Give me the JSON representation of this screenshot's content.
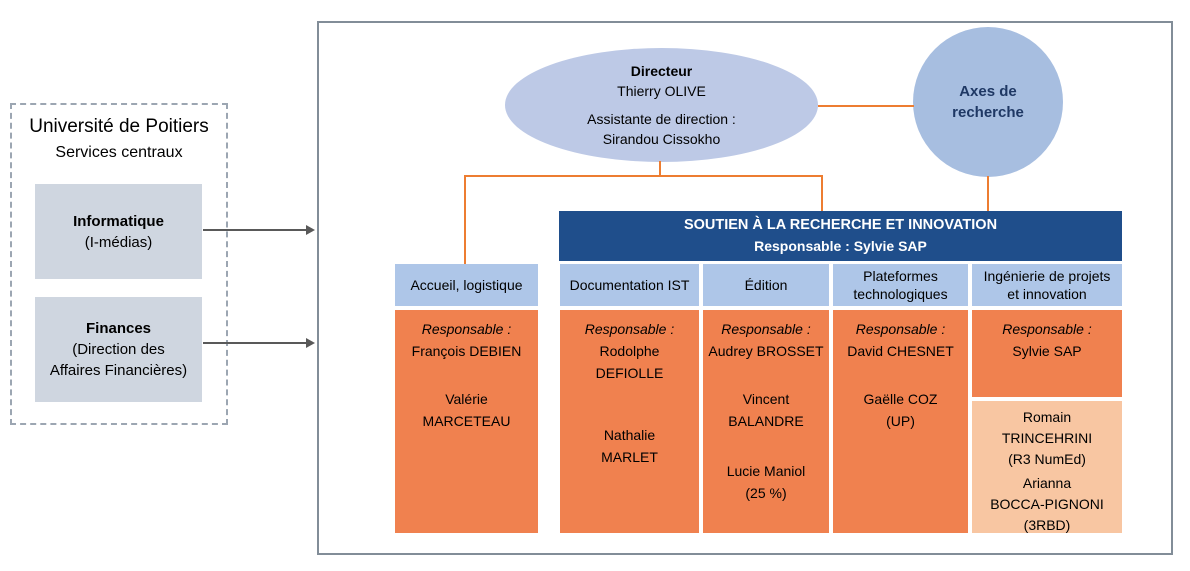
{
  "left_panel": {
    "title": "Université de Poitiers",
    "subtitle": "Services centraux",
    "boxes": [
      {
        "name": "Informatique",
        "detail_lines": [
          "(I-médias)"
        ]
      },
      {
        "name": "Finances",
        "detail_lines": [
          "(Direction des",
          "Affaires Financières)"
        ]
      }
    ]
  },
  "director": {
    "role": "Directeur",
    "name": "Thierry OLIVE",
    "assistant_label": "Assistante de direction :",
    "assistant_name": "Sirandou Cissokho"
  },
  "axes_circle": {
    "label": "Axes de recherche"
  },
  "banner": {
    "title": "SOUTIEN À LA RECHERCHE ET INNOVATION",
    "subtitle": "Responsable : Sylvie SAP"
  },
  "columns": [
    {
      "header": "Accueil, logistique",
      "boxes": [
        {
          "tone": "orange",
          "paragraphs": [
            {
              "italic_first": true,
              "lines": [
                "Responsable :",
                "François DEBIEN"
              ]
            },
            {
              "lines": [
                "Valérie",
                "MARCETEAU"
              ]
            }
          ]
        }
      ]
    },
    {
      "header": "Documentation IST",
      "boxes": [
        {
          "tone": "orange",
          "paragraphs": [
            {
              "italic_first": true,
              "lines": [
                "Responsable :",
                "Rodolphe",
                "DEFIOLLE"
              ]
            },
            {
              "lines": [
                "Nathalie",
                "MARLET"
              ]
            }
          ]
        }
      ]
    },
    {
      "header": "Édition",
      "boxes": [
        {
          "tone": "orange",
          "paragraphs": [
            {
              "italic_first": true,
              "lines": [
                "Responsable :",
                "Audrey BROSSET"
              ]
            },
            {
              "lines": [
                "Vincent",
                "BALANDRE"
              ]
            },
            {
              "lines": [
                "Lucie Maniol",
                "(25 %)"
              ]
            }
          ]
        }
      ]
    },
    {
      "header": "Plateformes technologiques",
      "boxes": [
        {
          "tone": "orange",
          "paragraphs": [
            {
              "italic_first": true,
              "lines": [
                "Responsable :",
                "David CHESNET"
              ]
            },
            {
              "lines": [
                "Gaëlle COZ",
                "(UP)"
              ]
            }
          ]
        }
      ]
    },
    {
      "header": "Ingénierie de projets et innovation",
      "boxes": [
        {
          "tone": "orange",
          "paragraphs": [
            {
              "italic_first": true,
              "lines": [
                "Responsable :",
                "Sylvie SAP"
              ]
            }
          ]
        },
        {
          "tone": "peach",
          "paragraphs": [
            {
              "lines": [
                "Romain",
                "TRINCEHRINI",
                "(R3 NumEd)"
              ]
            },
            {
              "lines": [
                "Arianna",
                "BOCCA-PIGNONI",
                "(3RBD)"
              ]
            }
          ]
        }
      ]
    }
  ],
  "colors": {
    "orange": "#F0814F",
    "peach": "#F8C6A2",
    "header_blue": "#AEC6E8",
    "banner_blue": "#1F4E8B",
    "ellipse_blue": "#BDC9E6",
    "circle_blue": "#A7BEE0",
    "left_box_gray": "#CFD6E0",
    "connector_orange": "#ED7D31",
    "arrow_gray": "#595959",
    "navy_text": "#1F3864"
  }
}
